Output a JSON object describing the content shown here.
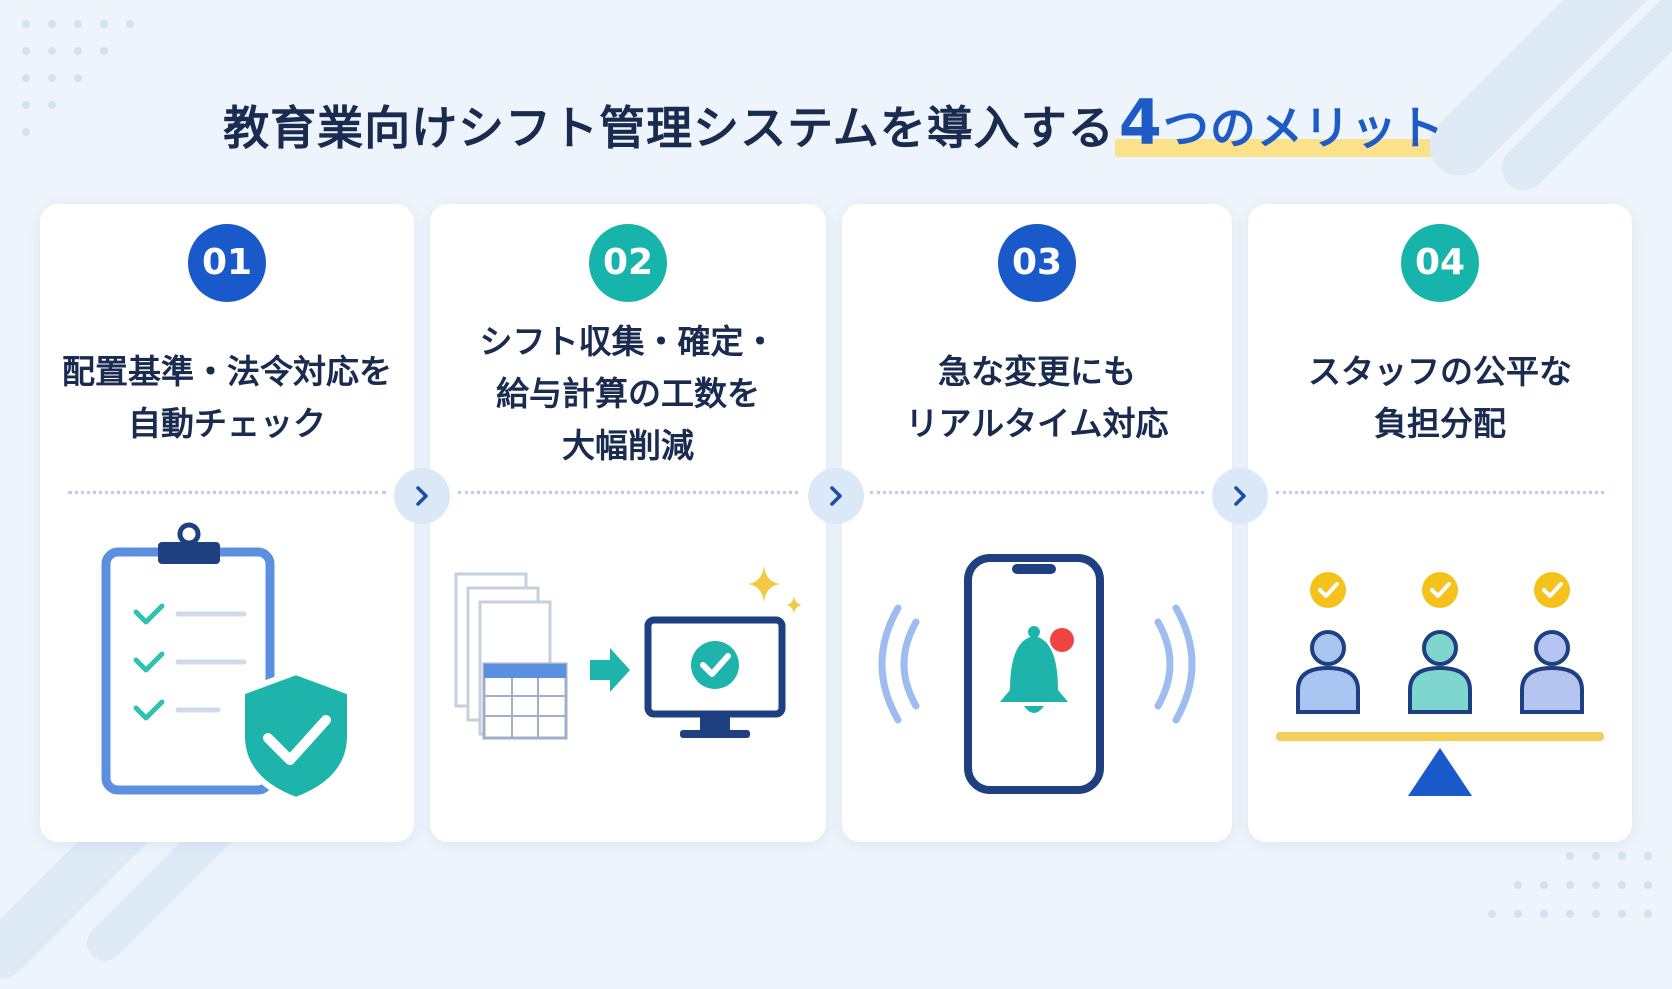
{
  "title": {
    "main": "教育業向けシフト管理システムを導入する",
    "highlight_num": "4",
    "highlight_text": "つのメリット"
  },
  "colors": {
    "navy": "#1a2b50",
    "accent_blue": "#1959c9",
    "accent_teal": "#17b4ac",
    "highlight": "#fbe28a"
  },
  "cards": [
    {
      "num": "01",
      "lines": [
        "配置基準・法令対応を",
        "自動チェック"
      ],
      "icon": "clipboard-shield-icon"
    },
    {
      "num": "02",
      "lines": [
        "シフト収集・確定・",
        "給与計算の工数を",
        "大幅削減"
      ],
      "icon": "documents-to-monitor-icon"
    },
    {
      "num": "03",
      "lines": [
        "急な変更にも",
        "リアルタイム対応"
      ],
      "icon": "phone-notification-icon"
    },
    {
      "num": "04",
      "lines": [
        "スタッフの公平な",
        "負担分配"
      ],
      "icon": "balanced-staff-icon"
    }
  ],
  "arrows": [
    "chevron-right-icon",
    "chevron-right-icon",
    "chevron-right-icon"
  ]
}
